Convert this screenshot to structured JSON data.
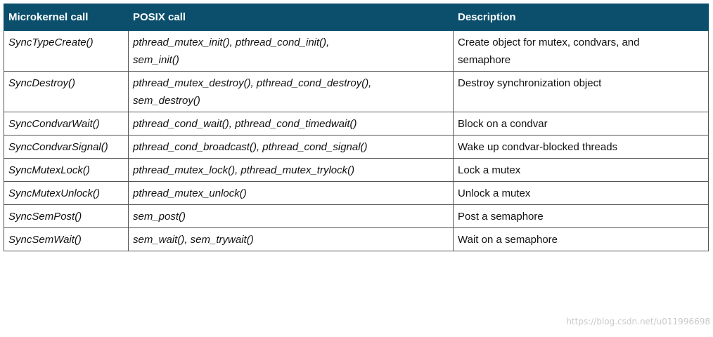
{
  "header": {
    "col1": "Microkernel call",
    "col2": "POSIX call",
    "col3": "Description"
  },
  "rows": [
    {
      "microkernel": "SyncTypeCreate()",
      "posix_line1": "pthread_mutex_init(), pthread_cond_init(),",
      "posix_line2": "sem_init()",
      "desc_line1": "Create object for mutex, condvars, and",
      "desc_line2": "semaphore"
    },
    {
      "microkernel": "SyncDestroy()",
      "posix_line1": "pthread_mutex_destroy(), pthread_cond_destroy(),",
      "posix_line2": "sem_destroy()",
      "desc_line1": "Destroy synchronization object",
      "desc_line2": ""
    },
    {
      "microkernel": "SyncCondvarWait()",
      "posix_line1": "pthread_cond_wait(), pthread_cond_timedwait()",
      "desc_line1": "Block on a condvar"
    },
    {
      "microkernel": "SyncCondvarSignal()",
      "posix_line1": "pthread_cond_broadcast(), pthread_cond_signal()",
      "desc_line1": "Wake up condvar-blocked threads"
    },
    {
      "microkernel": "SyncMutexLock()",
      "posix_line1": "pthread_mutex_lock(), pthread_mutex_trylock()",
      "desc_line1": "Lock a mutex"
    },
    {
      "microkernel": "SyncMutexUnlock()",
      "posix_line1": "pthread_mutex_unlock()",
      "desc_line1": "Unlock a mutex"
    },
    {
      "microkernel": "SyncSemPost()",
      "posix_line1": "sem_post()",
      "desc_line1": "Post a semaphore"
    },
    {
      "microkernel": "SyncSemWait()",
      "posix_line1": "sem_wait(), sem_trywait()",
      "desc_line1": "Wait on a semaphore"
    }
  ],
  "watermark": "https://blog.csdn.net/u011996698",
  "colors": {
    "header_bg": "#0b4f6c",
    "header_text": "#ffffff",
    "border": "#555555"
  }
}
